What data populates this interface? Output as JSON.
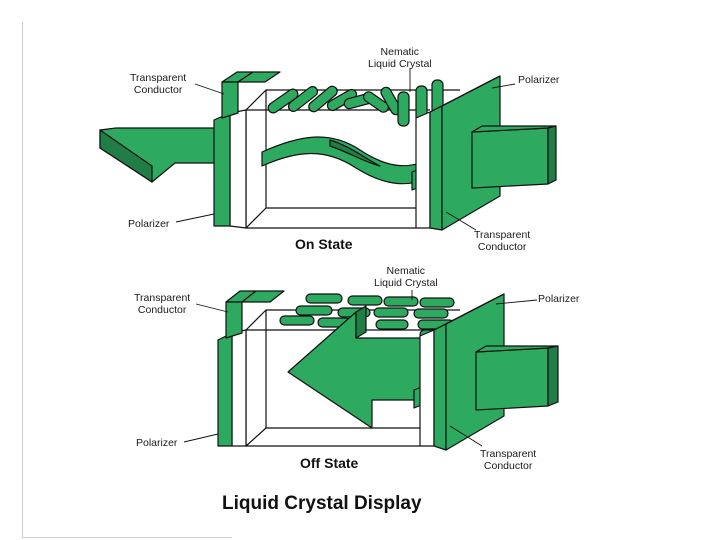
{
  "colors": {
    "green": "#2eaa60",
    "dark_green": "#1f7d45",
    "outline": "#111111"
  },
  "on_state": {
    "caption": "On State",
    "labels": {
      "nematic_line1": "Nematic",
      "nematic_line2": "Liquid Crystal",
      "transparent_conductor_left_line1": "Transparent",
      "transparent_conductor_left_line2": "Conductor",
      "polarizer_right": "Polarizer",
      "polarizer_left": "Polarizer",
      "transparent_conductor_right_line1": "Transparent",
      "transparent_conductor_right_line2": "Conductor"
    }
  },
  "off_state": {
    "caption": "Off State",
    "labels": {
      "nematic_line1": "Nematic",
      "nematic_line2": "Liquid Crystal",
      "transparent_conductor_left_line1": "Transparent",
      "transparent_conductor_left_line2": "Conductor",
      "polarizer_right": "Polarizer",
      "polarizer_left": "Polarizer",
      "transparent_conductor_right_line1": "Transparent",
      "transparent_conductor_right_line2": "Conductor"
    }
  },
  "title": "Liquid Crystal Display"
}
